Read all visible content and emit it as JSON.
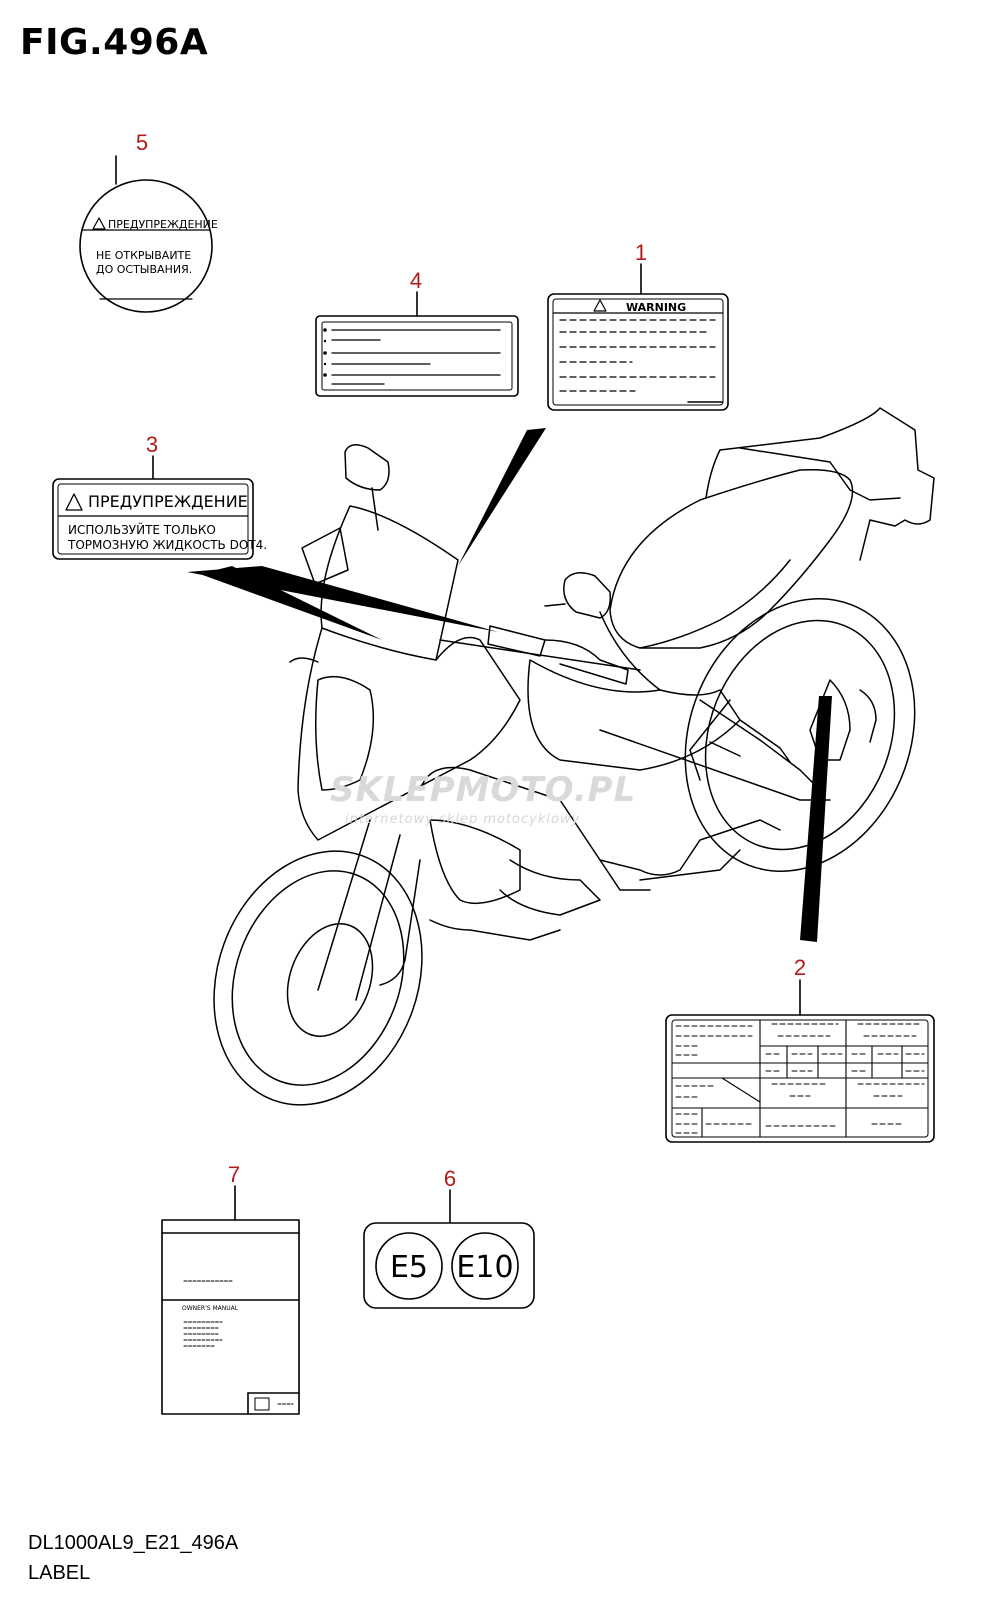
{
  "figure": {
    "title": "FIG.496A",
    "code": "DL1000AL9_E21_496A",
    "name": "LABEL"
  },
  "watermark": {
    "brand": "SKLEPMOTO",
    "brand_suffix": ".PL",
    "tagline": "internetowy sklep motocyklowy"
  },
  "callouts": [
    "1",
    "2",
    "3",
    "4",
    "5",
    "6",
    "7"
  ],
  "labels": {
    "warning_label": {
      "heading": "WARNING"
    },
    "brake_label": {
      "heading": "ПРЕДУПРЕЖДЕНИЕ",
      "line1": "ИСПОЛЬЗУЙТЕ ТОЛЬКО",
      "line2": "ТОРМОЗНУЮ ЖИДКОСТЬ DOT4."
    },
    "round_label": {
      "heading": "ПРЕДУПРЕЖДЕНИЕ",
      "line1": "НЕ ОТКРЫВАИТЕ",
      "line2": "ДО ОСТЫВАНИЯ."
    },
    "fuel_label": {
      "left": "E5",
      "right": "E10"
    },
    "manual": {
      "title": "OWNER'S MANUAL"
    }
  },
  "colors": {
    "callout": "#b01c1c",
    "line": "#000000",
    "watermark": "#d9d9d9"
  }
}
